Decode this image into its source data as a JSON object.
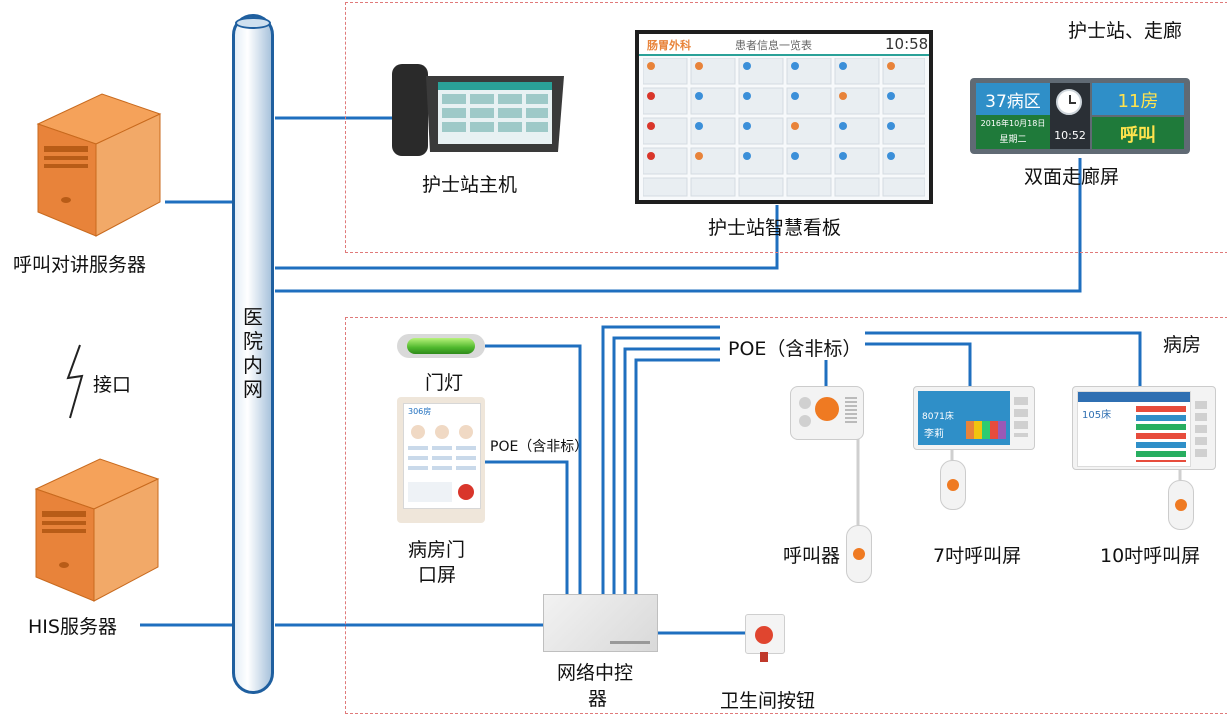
{
  "backbone": {
    "label": "医院内网"
  },
  "zones": {
    "nurse_station": {
      "title": "护士站、走廊"
    },
    "ward": {
      "title": "病房"
    }
  },
  "servers": {
    "intercom": {
      "label": "呼叫对讲服务器"
    },
    "his": {
      "label": "HIS服务器"
    },
    "interface_label": "接口"
  },
  "devices": {
    "nurse_host": {
      "label": "护士站主机"
    },
    "smart_board": {
      "label": "护士站智慧看板",
      "screen_dept": "肠胃外科",
      "screen_title": "患者信息一览表",
      "screen_time": "10:58"
    },
    "corridor_screen": {
      "label": "双面走廊屏",
      "ward": "37病区",
      "date": "2016年10月18日",
      "weekday": "星期二",
      "time": "10:52",
      "room": "11房",
      "status": "呼叫"
    },
    "door_light": {
      "label": "门灯"
    },
    "door_screen": {
      "label_line1": "病房门",
      "label_line2": "口屏",
      "room": "306房"
    },
    "caller": {
      "label": "呼叫器"
    },
    "call7": {
      "label": "7吋呼叫屏",
      "bed": "8071床",
      "name": "李莉"
    },
    "call10": {
      "label": "10吋呼叫屏",
      "bed": "105床"
    },
    "controller": {
      "label_line1": "网络中控",
      "label_line2": "器"
    },
    "toilet_button": {
      "label": "卫生间按钮"
    }
  },
  "links": {
    "poe_main": "POE（含非标）",
    "poe_door": "POE（含非标）"
  },
  "colors": {
    "wire": "#1f6fbf",
    "zone_border": "#e07a7a",
    "server_orange": "#e8833a",
    "backbone": "#a9c3dc"
  }
}
